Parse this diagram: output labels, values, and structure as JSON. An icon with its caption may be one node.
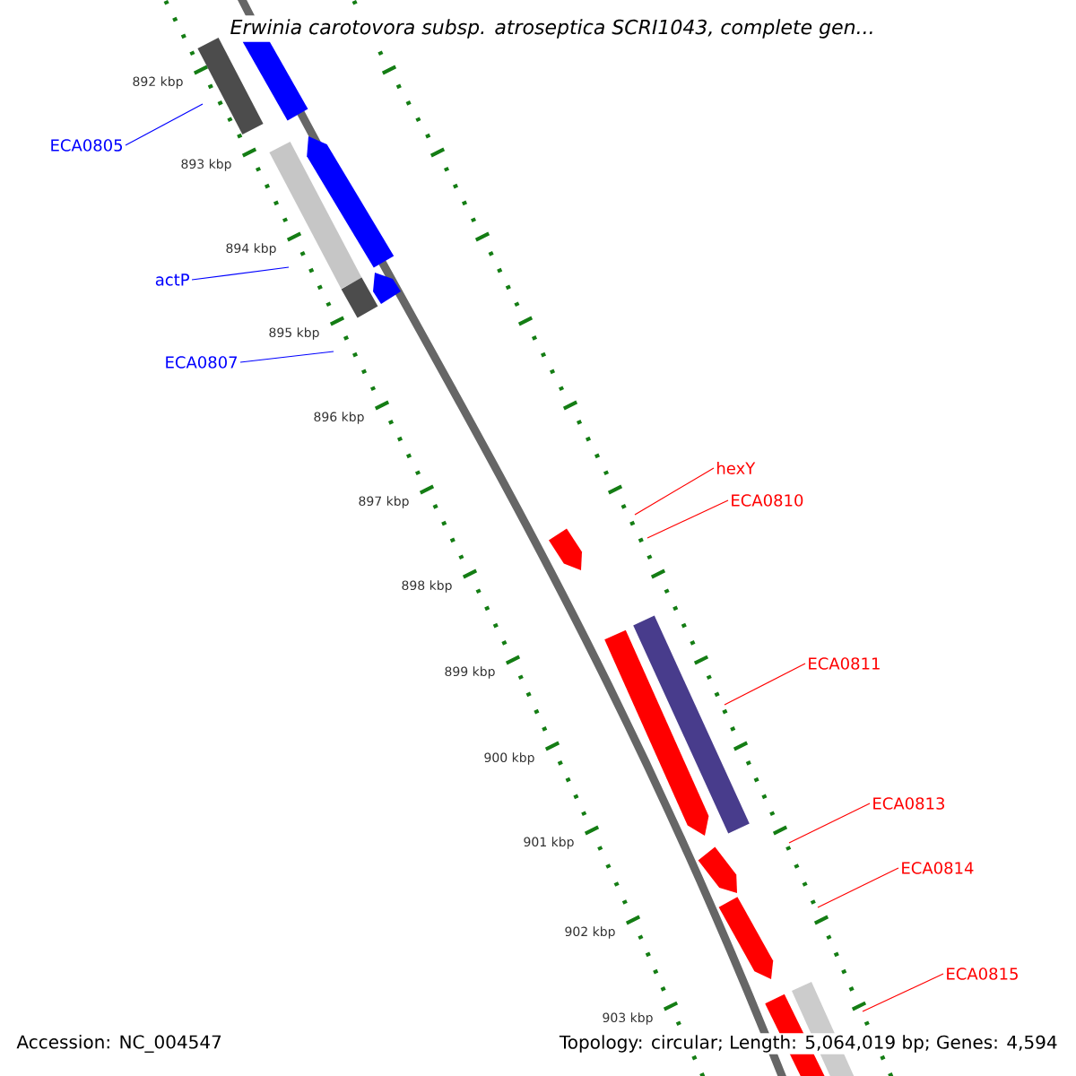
{
  "diagram": {
    "title": "Erwinia carotovora subsp. atroseptica SCRI1043, complete gen...",
    "nodes": [
      {
        "text": [
          "ECA0805"
        ]
      },
      {
        "text": [
          "actP"
        ]
      },
      {
        "text": [
          "ECA0807"
        ]
      },
      {
        "text": [
          "hexY"
        ]
      },
      {
        "text": [
          "ECA0810"
        ]
      },
      {
        "text": [
          "ECA0811"
        ]
      },
      {
        "text": [
          "ECA0813"
        ]
      },
      {
        "text": [
          "ECA0814"
        ]
      },
      {
        "text": [
          "ECA0815"
        ]
      }
    ],
    "edges": [
      {
        "from": 0,
        "to": null,
        "arrow": "none",
        "color": "#0000ff"
      },
      {
        "from": 1,
        "to": null,
        "arrow": "none",
        "color": "#0000ff"
      },
      {
        "from": 2,
        "to": null,
        "arrow": "none",
        "color": "#0000ff"
      },
      {
        "from": 3,
        "to": null,
        "arrow": "none"
      },
      {
        "from": 4,
        "to": null,
        "arrow": "none"
      },
      {
        "from": 5,
        "to": null,
        "arrow": "none"
      },
      {
        "from": 6,
        "to": null,
        "arrow": "none"
      },
      {
        "from": 7,
        "to": null,
        "arrow": "none"
      },
      {
        "from": 8,
        "to": null,
        "arrow": "none"
      }
    ],
    "labels": [
      "892 kbp",
      "893 kbp",
      "894 kbp",
      "895 kbp",
      "896 kbp",
      "897 kbp",
      "898 kbp",
      "899 kbp",
      "900 kbp",
      "901 kbp",
      "902 kbp",
      "903 kbp",
      "Accession: NC_004547",
      "Topology: circular; Length: 5,064,019 bp; Genes: 4,594"
    ]
  }
}
